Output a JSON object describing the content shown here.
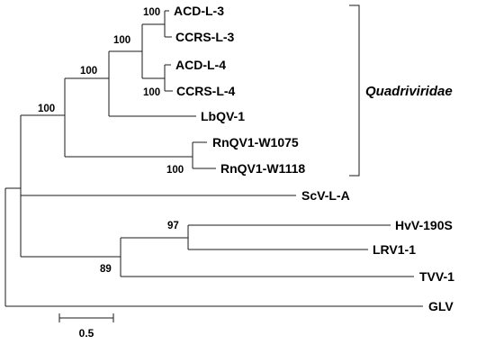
{
  "taxa": {
    "acd_l_3": "ACD-L-3",
    "ccrs_l_3": "CCRS-L-3",
    "acd_l_4": "ACD-L-4",
    "ccrs_l_4": "CCRS-L-4",
    "lbqv_1": "LbQV-1",
    "rnqv1_w1075": "RnQV1-W1075",
    "rnqv1_w1118": "RnQV1-W1118",
    "scv_l_a": "ScV-L-A",
    "hvv_190s": "HvV-190S",
    "lrv1_1": "LRV1-1",
    "tvv_1": "TVV-1",
    "glv": "GLV"
  },
  "supports": {
    "acd3_ccrs3": "100",
    "acd4_ccrs4": "100",
    "l3_l4": "100",
    "l_lbqv": "100",
    "rnqv1": "100",
    "quad_root": "100",
    "hvv_lrv": "97",
    "totivirus": "89"
  },
  "clade": {
    "name": "Quadriviridae"
  },
  "scale_bar": {
    "label": "0.5"
  }
}
